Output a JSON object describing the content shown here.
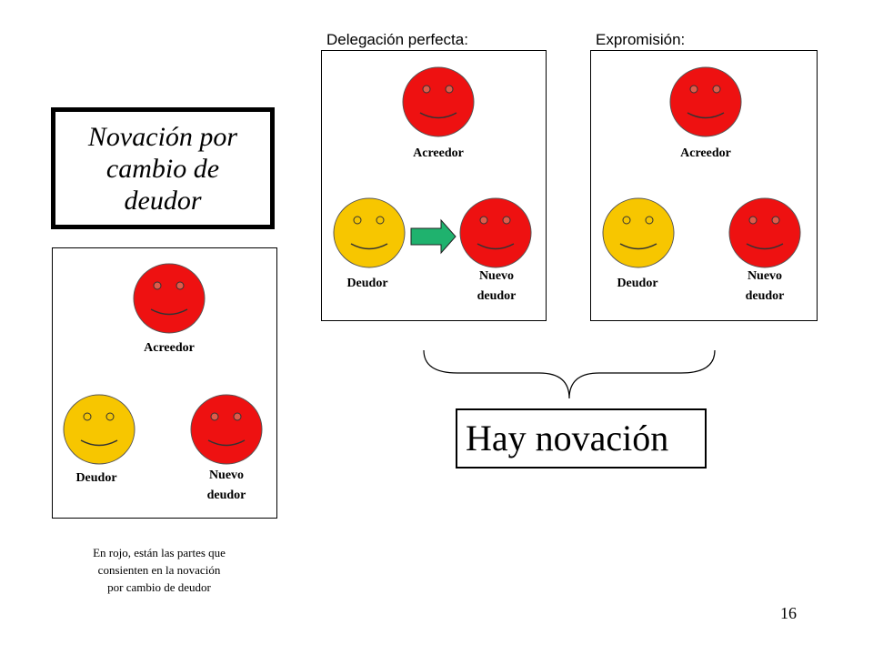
{
  "title": "Novación por\ncambio de\ndeudor",
  "headings": {
    "delegacion": "Delegación perfecta:",
    "expromision": "Expromisión:"
  },
  "panels": {
    "left": {
      "acreedor": "Acreedor",
      "deudor": "Deudor",
      "nuevo_deudor": "Nuevo\ndeudor"
    },
    "delegacion": {
      "acreedor": "Acreedor",
      "deudor": "Deudor",
      "nuevo_deudor": "Nuevo\ndeudor"
    },
    "expromision": {
      "acreedor": "Acreedor",
      "deudor": "Deudor",
      "nuevo_deudor": "Nuevo\ndeudor"
    }
  },
  "result": "Hay novación",
  "caption": "En rojo, están las partes que\nconsienten en la novación\npor cambio  de deudor",
  "page_number": "16",
  "colors": {
    "red_face": "#ee1111",
    "yellow_face": "#f7c600",
    "arrow": "#1fb26e",
    "eye": "#e05a4a"
  },
  "icons": {
    "face": "smiley-face-icon",
    "arrow": "right-arrow-icon",
    "brace": "curly-brace-icon"
  }
}
